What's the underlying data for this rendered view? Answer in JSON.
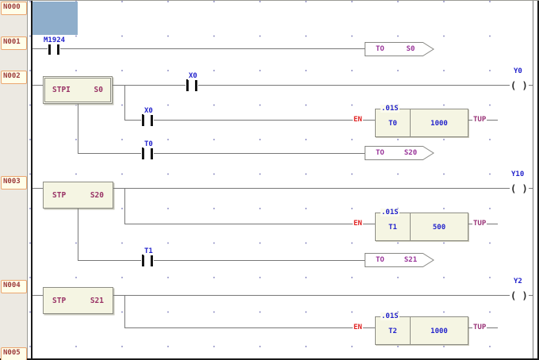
{
  "sidebar": {
    "networks": [
      "N000",
      "N001",
      "N002",
      "N003",
      "N004",
      "N005"
    ]
  },
  "symbols": {
    "coil": "( )"
  },
  "colors": {
    "selection": "#8FAECB",
    "device_text": "#2424CC",
    "operation_text": "#993366",
    "jump_text": "#993399",
    "enable_text": "#E02020",
    "timer_up_text": "#993377",
    "network_label_text": "#9C3A3A"
  },
  "rungs": {
    "n001": {
      "contact": "M1924",
      "jump_op": "TO",
      "jump_arg": "S0"
    },
    "n002": {
      "op": "STPI",
      "arg": "S0",
      "x_contact": "X0",
      "coil": "Y0",
      "t_contact": "X0",
      "en": "EN",
      "time_base": ".01S",
      "timer": "T0",
      "preset": "1000",
      "tup": "TUP",
      "j_contact": "T0",
      "jump_op": "TO",
      "jump_arg": "S20"
    },
    "n003": {
      "op": "STP",
      "arg": "S20",
      "coil": "Y10",
      "en": "EN",
      "time_base": ".01S",
      "timer": "T1",
      "preset": "500",
      "tup": "TUP",
      "j_contact": "T1",
      "jump_op": "TO",
      "jump_arg": "S21"
    },
    "n004": {
      "op": "STP",
      "arg": "S21",
      "coil": "Y2",
      "en": "EN",
      "time_base": ".01S",
      "timer": "T2",
      "preset": "1000",
      "tup": "TUP"
    }
  }
}
